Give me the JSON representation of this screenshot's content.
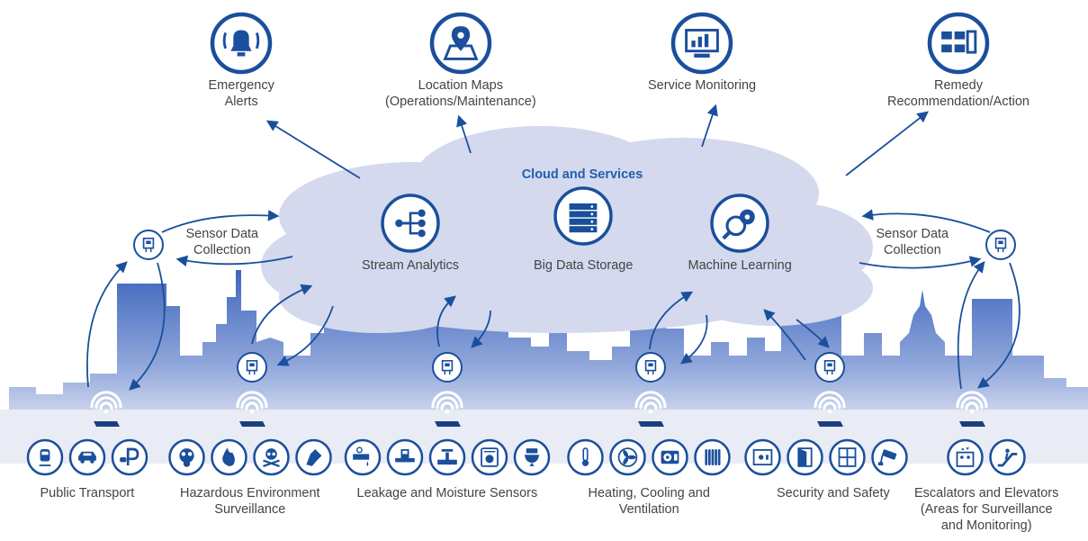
{
  "colors": {
    "primary": "#1a4f9c",
    "cloud": "#d4d9ee",
    "city_top": "#3f66bd",
    "city_bottom": "#e7e9f4"
  },
  "cloud_title": "Cloud and Services",
  "top_outputs": [
    {
      "icon": "alarm-bell-icon",
      "lines": [
        "Emergency",
        "Alerts"
      ]
    },
    {
      "icon": "map-pin-icon",
      "lines": [
        "Location Maps",
        "(Operations/Maintenance)"
      ]
    },
    {
      "icon": "monitor-chart-icon",
      "lines": [
        "Service Monitoring"
      ]
    },
    {
      "icon": "flow-blocks-icon",
      "lines": [
        "Remedy",
        "Recommendation/Action"
      ]
    }
  ],
  "cloud_services": [
    {
      "icon": "flow-graph-icon",
      "label": "Stream Analytics"
    },
    {
      "icon": "server-rack-icon",
      "label": "Big Data Storage"
    },
    {
      "icon": "gear-magnifier-icon",
      "label": "Machine Learning"
    }
  ],
  "sensor_collection": [
    {
      "lines": [
        "Sensor Data",
        "Collection"
      ]
    },
    {
      "lines": [
        "Sensor Data",
        "Collection"
      ]
    }
  ],
  "categories": [
    {
      "lines": [
        "Public Transport"
      ],
      "icons": [
        "train-icon",
        "car-icon",
        "parking-icon"
      ]
    },
    {
      "lines": [
        "Hazardous Environment",
        "Surveillance"
      ],
      "icons": [
        "gas-mask-icon",
        "fire-icon",
        "skull-icon",
        "glove-icon"
      ]
    },
    {
      "lines": [
        "Leakage and Moisture Sensors"
      ],
      "icons": [
        "leak-pipe-icon",
        "water-meter-icon",
        "valve-icon",
        "washer-icon",
        "toilet-icon"
      ]
    },
    {
      "lines": [
        "Heating, Cooling and",
        "Ventilation"
      ],
      "icons": [
        "thermometer-icon",
        "fan-icon",
        "air-conditioner-icon",
        "radiator-icon"
      ]
    },
    {
      "lines": [
        "Security and Safety"
      ],
      "icons": [
        "safe-icon",
        "door-icon",
        "window-icon",
        "cctv-icon"
      ]
    },
    {
      "lines": [
        "Escalators and Elevators",
        "(Areas for Surveillance",
        "and Monitoring)"
      ],
      "icons": [
        "elevator-icon",
        "escalator-icon"
      ]
    }
  ]
}
